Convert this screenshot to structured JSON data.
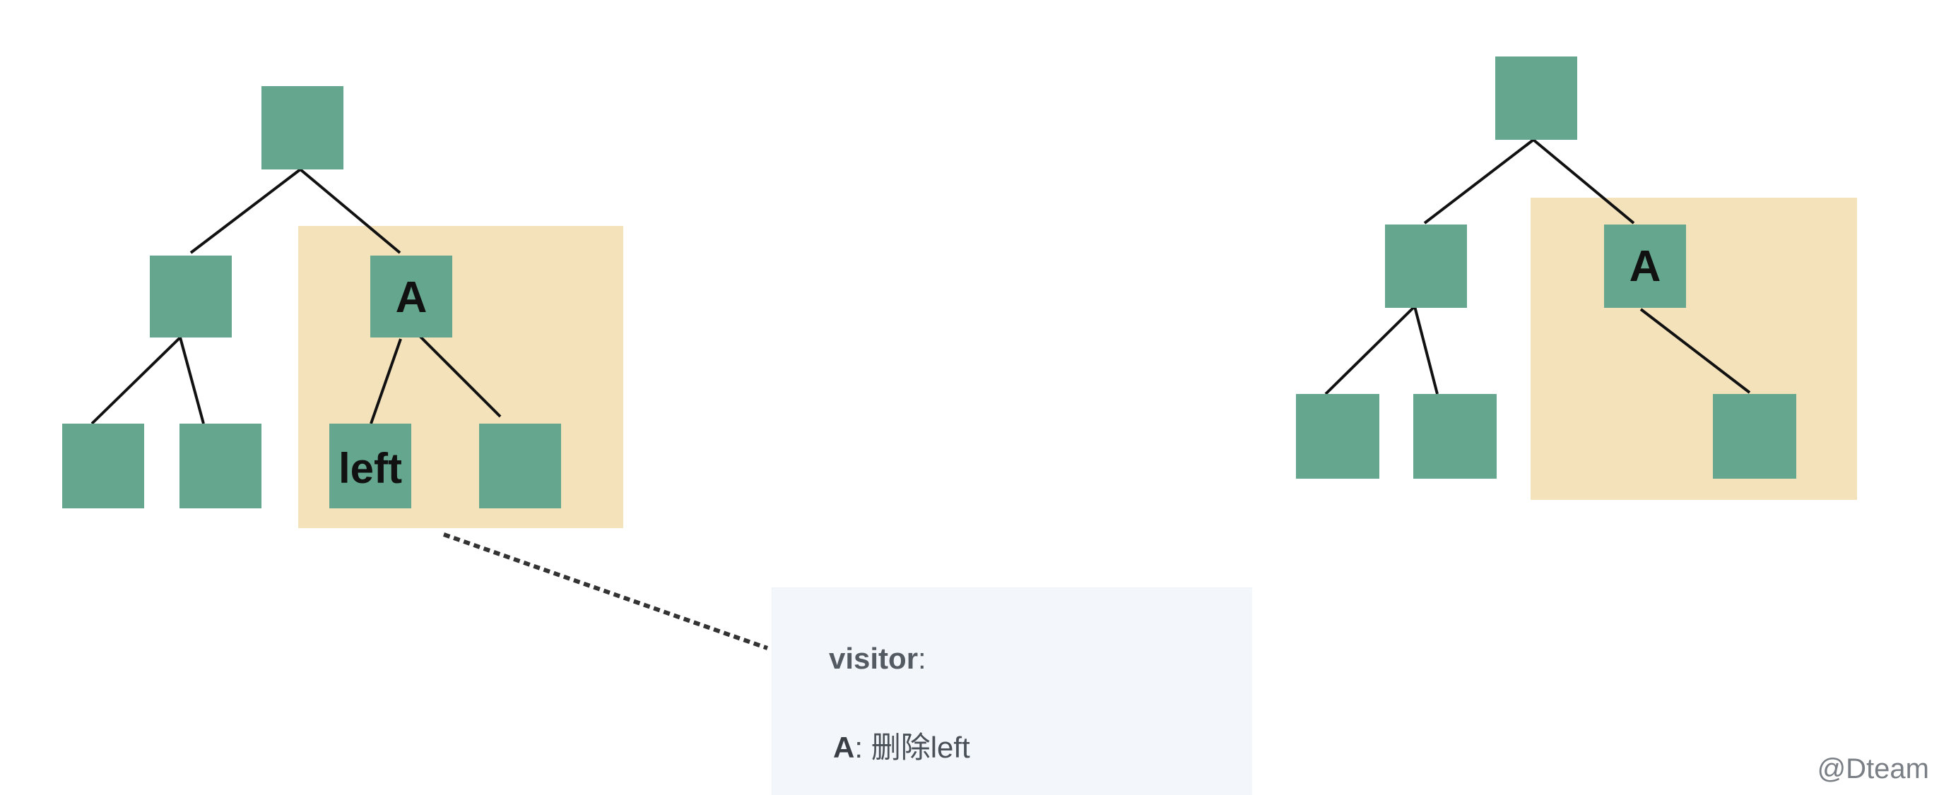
{
  "colors": {
    "node_fill": "#64a68e",
    "highlight_fill": "#f4e2bb",
    "edge": "#111111",
    "connector": "#333333",
    "panel_bg": "#f3f7fc"
  },
  "left_tree": {
    "highlighted_node_label": "A",
    "removed_child_label": "left"
  },
  "right_tree": {
    "highlighted_node_label": "A"
  },
  "visitor_panel": {
    "title": "visitor",
    "title_colon": ":",
    "action_key": "A",
    "action_separator": ": ",
    "action_text": "删除left"
  },
  "watermark": "@Dteam"
}
